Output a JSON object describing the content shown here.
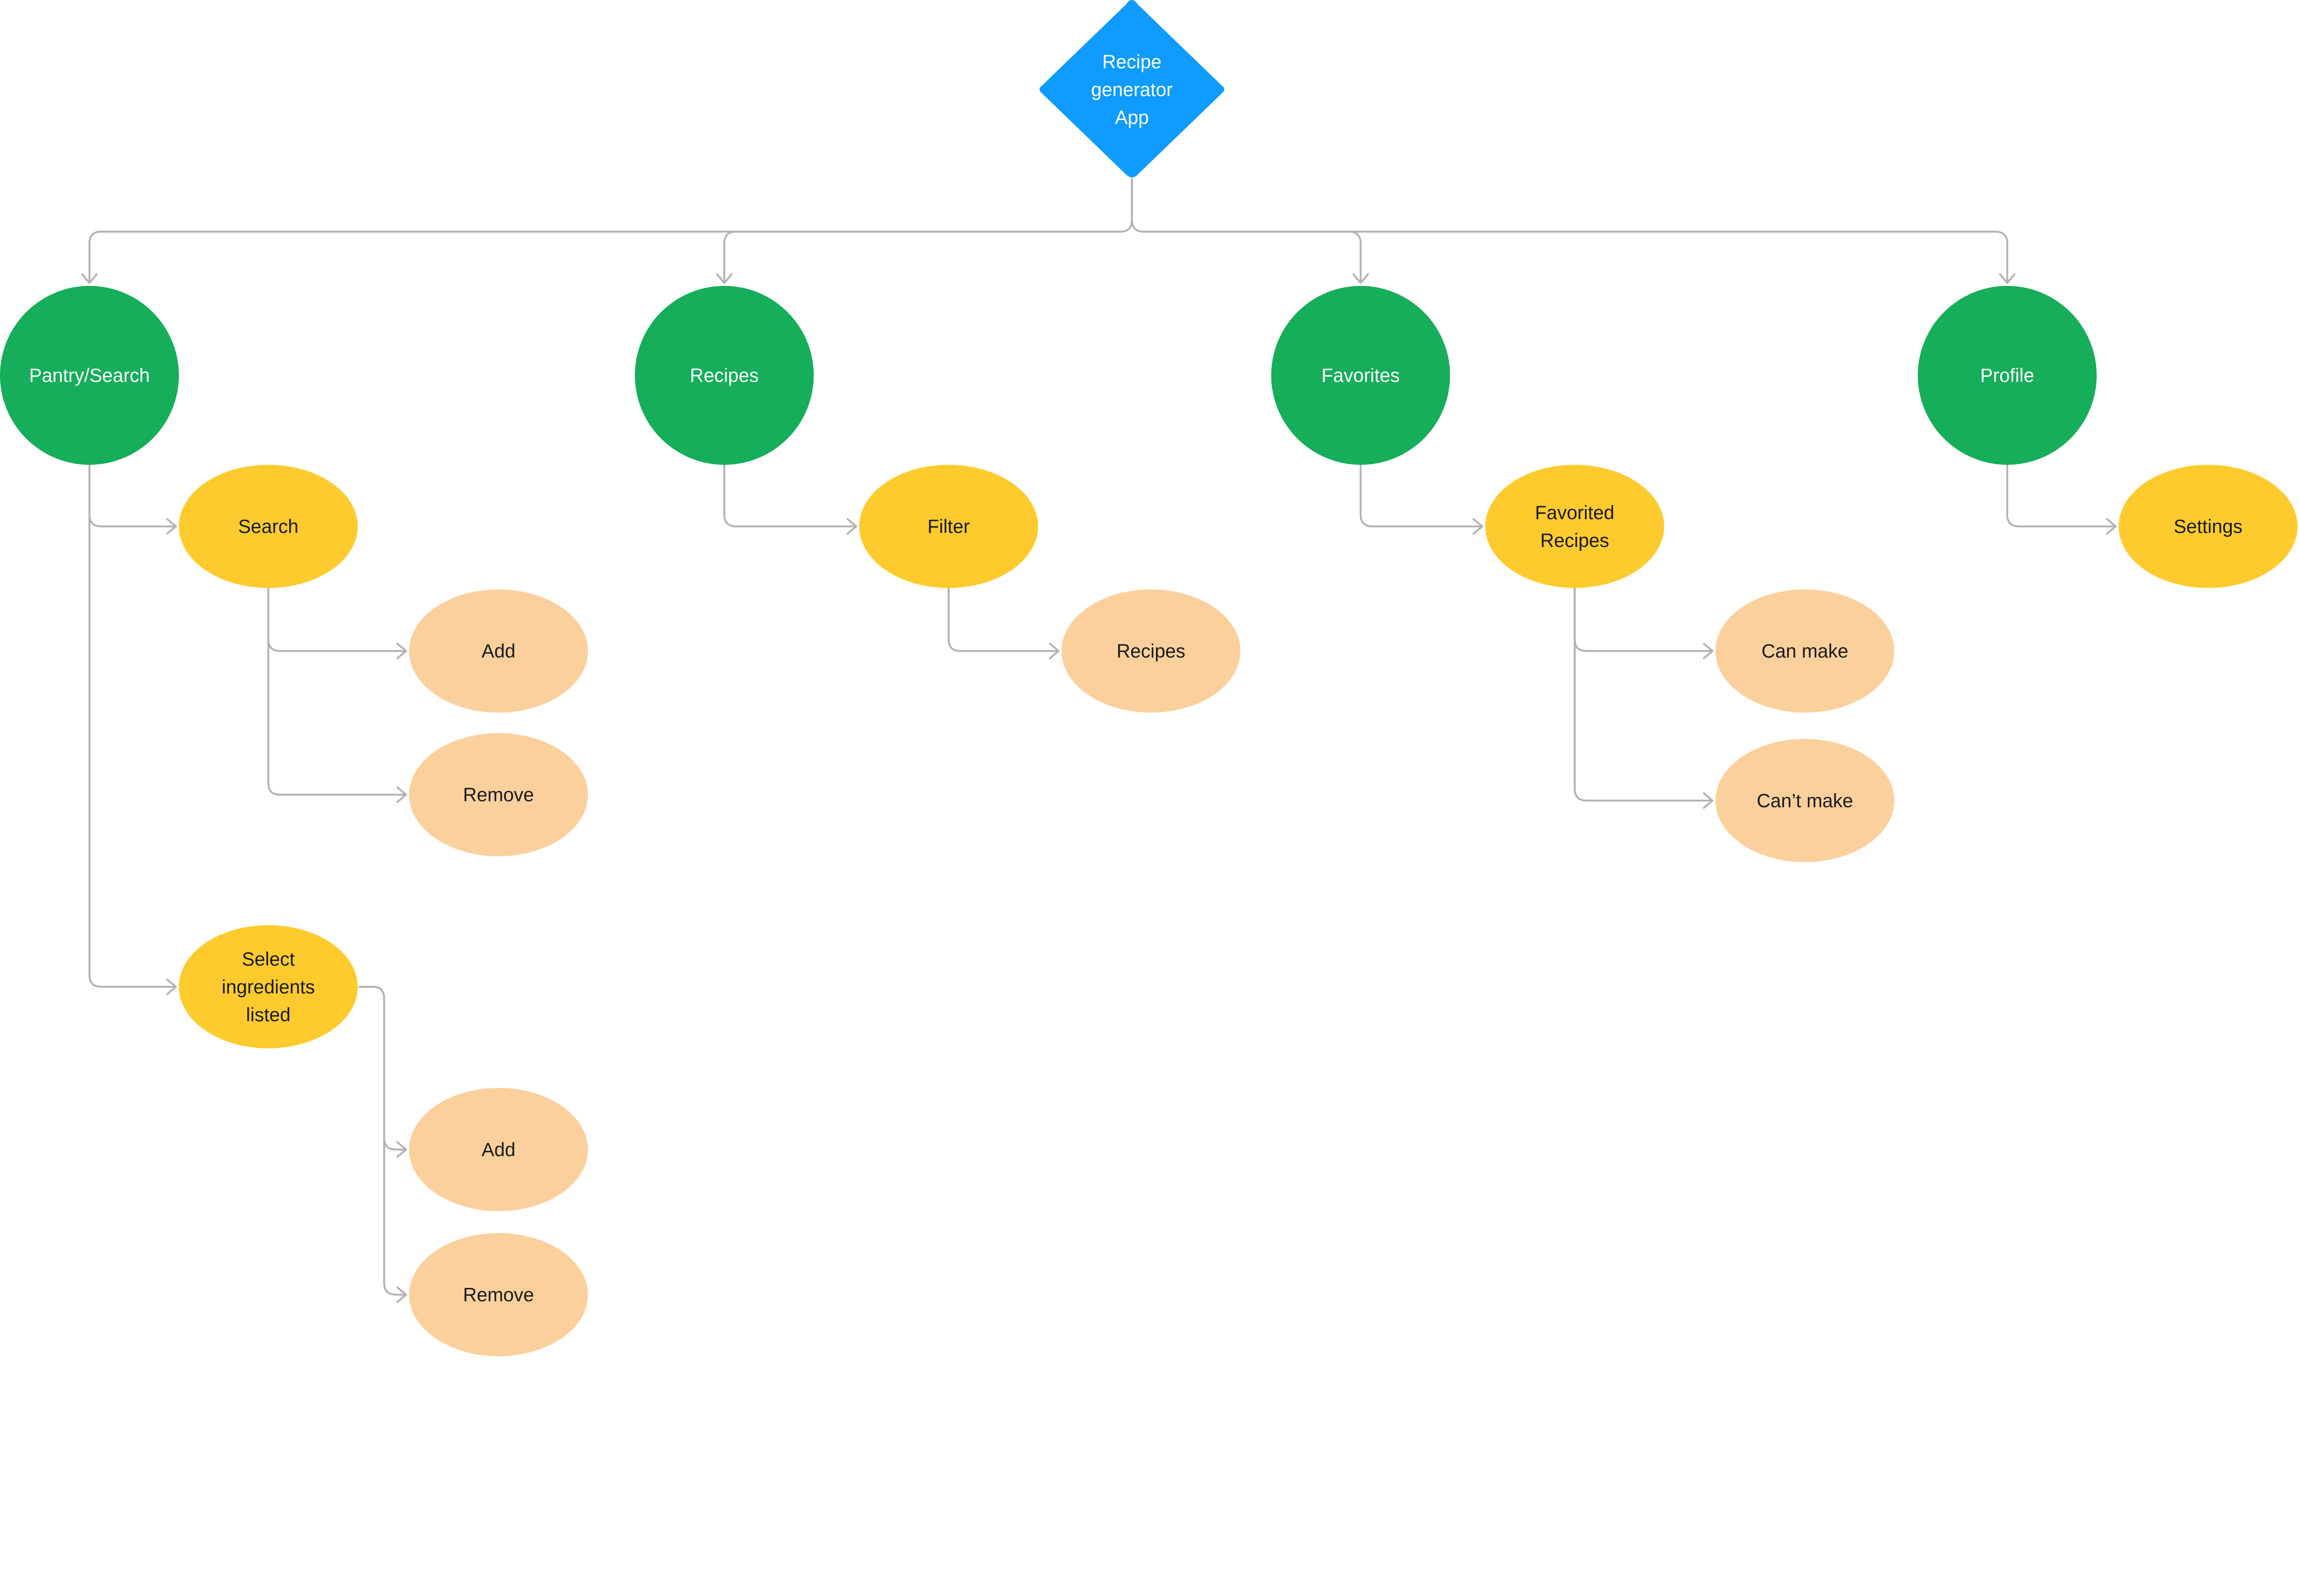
{
  "colors": {
    "root": "#0f9bff",
    "section": "#16ad5b",
    "feature": "#fdcb2e",
    "action": "#fbd09c",
    "connector": "#b3b3b3",
    "text_light": "#ffffff",
    "text_dark": "#1a1a1a"
  },
  "nodes": [
    {
      "id": "root",
      "shape": "diamond",
      "level": "root",
      "lines": [
        "Recipe",
        "generator",
        "App"
      ]
    },
    {
      "id": "pantry",
      "shape": "circle",
      "level": "section",
      "lines": [
        "Pantry/Search"
      ]
    },
    {
      "id": "recipes",
      "shape": "circle",
      "level": "section",
      "lines": [
        "Recipes"
      ]
    },
    {
      "id": "favorites",
      "shape": "circle",
      "level": "section",
      "lines": [
        "Favorites"
      ]
    },
    {
      "id": "profile",
      "shape": "circle",
      "level": "section",
      "lines": [
        "Profile"
      ]
    },
    {
      "id": "search",
      "shape": "ellipse",
      "level": "feature",
      "lines": [
        "Search"
      ]
    },
    {
      "id": "select",
      "shape": "ellipse",
      "level": "feature",
      "lines": [
        "Select",
        "ingredients",
        "listed"
      ]
    },
    {
      "id": "filter",
      "shape": "ellipse",
      "level": "feature",
      "lines": [
        "Filter"
      ]
    },
    {
      "id": "favorited",
      "shape": "ellipse",
      "level": "feature",
      "lines": [
        "Favorited",
        "Recipes"
      ]
    },
    {
      "id": "settings",
      "shape": "ellipse",
      "level": "feature",
      "lines": [
        "Settings"
      ]
    },
    {
      "id": "search-add",
      "shape": "ellipse",
      "level": "action",
      "lines": [
        "Add"
      ]
    },
    {
      "id": "search-remove",
      "shape": "ellipse",
      "level": "action",
      "lines": [
        "Remove"
      ]
    },
    {
      "id": "select-add",
      "shape": "ellipse",
      "level": "action",
      "lines": [
        "Add"
      ]
    },
    {
      "id": "select-remove",
      "shape": "ellipse",
      "level": "action",
      "lines": [
        "Remove"
      ]
    },
    {
      "id": "filter-recipes",
      "shape": "ellipse",
      "level": "action",
      "lines": [
        "Recipes"
      ]
    },
    {
      "id": "can-make",
      "shape": "ellipse",
      "level": "action",
      "lines": [
        "Can make"
      ]
    },
    {
      "id": "cant-make",
      "shape": "ellipse",
      "level": "action",
      "lines": [
        "Can’t make"
      ]
    }
  ],
  "edges": [
    [
      "root",
      "pantry"
    ],
    [
      "root",
      "recipes"
    ],
    [
      "root",
      "favorites"
    ],
    [
      "root",
      "profile"
    ],
    [
      "pantry",
      "search"
    ],
    [
      "pantry",
      "select"
    ],
    [
      "search",
      "search-add"
    ],
    [
      "search",
      "search-remove"
    ],
    [
      "select",
      "select-add"
    ],
    [
      "select",
      "select-remove"
    ],
    [
      "recipes",
      "filter"
    ],
    [
      "filter",
      "filter-recipes"
    ],
    [
      "favorites",
      "favorited"
    ],
    [
      "favorited",
      "can-make"
    ],
    [
      "favorited",
      "cant-make"
    ],
    [
      "profile",
      "settings"
    ]
  ]
}
